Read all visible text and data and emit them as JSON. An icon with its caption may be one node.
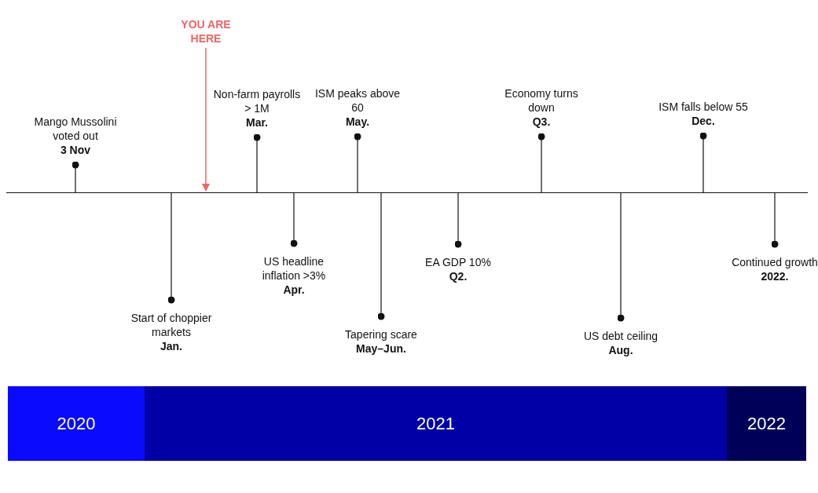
{
  "diagram": {
    "nodes": [
      {
        "text": [
          "Mango Mussolini voted out",
          "3 Nov"
        ]
      },
      {
        "text": [
          "Start of choppier markets",
          "Jan."
        ]
      },
      {
        "text": [
          "YOU ARE HERE"
        ]
      },
      {
        "text": [
          "Non-farm payrolls > 1M",
          "Mar."
        ]
      },
      {
        "text": [
          "US headline inflation >3%",
          "Apr."
        ]
      },
      {
        "text": [
          "ISM peaks above 60",
          "May."
        ]
      },
      {
        "text": [
          "Tapering scare",
          "May–Jun."
        ]
      },
      {
        "text": [
          "EA GDP 10%",
          "Q2."
        ]
      },
      {
        "text": [
          "Economy turns down",
          "Q3."
        ]
      },
      {
        "text": [
          "US debt ceiling",
          "Aug."
        ]
      },
      {
        "text": [
          "ISM falls below 55",
          "Dec."
        ]
      },
      {
        "text": [
          "Continued growth",
          "2022."
        ]
      },
      {
        "text": [
          "2020"
        ]
      },
      {
        "text": [
          "2021"
        ]
      },
      {
        "text": [
          "2022"
        ]
      },
      {
        "text": [],
        "shape": "bar"
      }
    ],
    "edges": [
      {
        "from": 0,
        "to": 15,
        "arrow": "other"
      },
      {
        "from": 1,
        "to": 15,
        "arrow": "other"
      },
      {
        "from": 3,
        "to": 15,
        "arrow": "other"
      },
      {
        "from": 4,
        "to": 15,
        "arrow": "other"
      },
      {
        "from": 5,
        "to": 15,
        "arrow": "other"
      },
      {
        "from": 6,
        "to": 15,
        "arrow": "other"
      },
      {
        "from": 7,
        "to": 15,
        "arrow": "other"
      },
      {
        "from": 8,
        "to": 15,
        "arrow": "other"
      },
      {
        "from": 9,
        "to": 15,
        "arrow": "other"
      },
      {
        "from": 10,
        "to": 15,
        "arrow": "other"
      },
      {
        "from": 11,
        "to": 15,
        "arrow": "other"
      },
      {
        "from": 2,
        "to": 15,
        "arrow": "to",
        "color": "#f26464"
      }
    ]
  }
}
